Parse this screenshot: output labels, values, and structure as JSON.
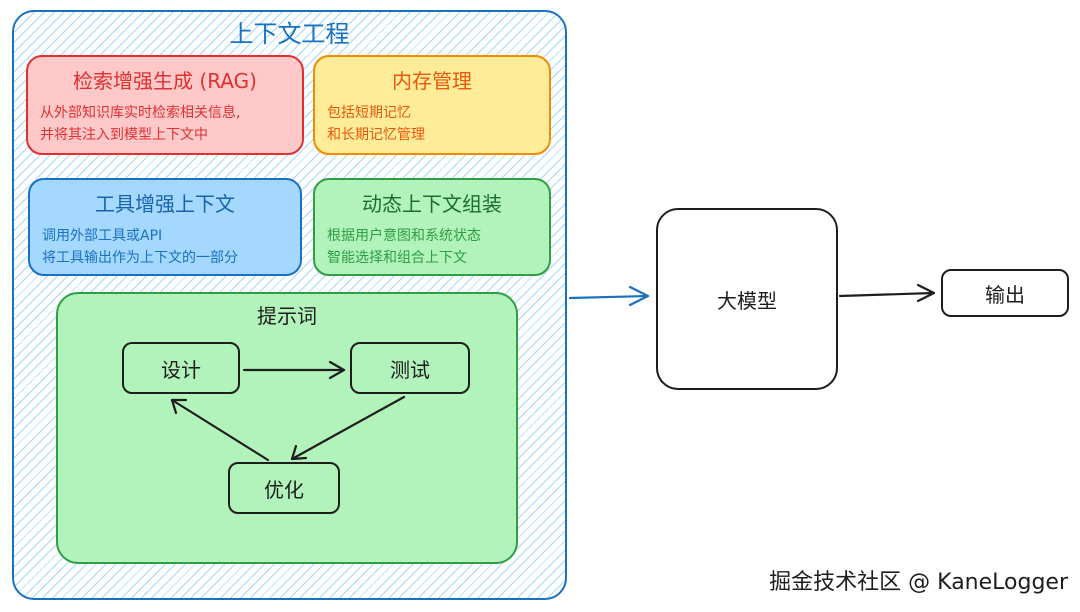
{
  "container": {
    "title": "上下文工程"
  },
  "cards": {
    "rag": {
      "title": "检索增强生成 (RAG)",
      "lines": [
        "从外部知识库实时检索相关信息,",
        "并将其注入到模型上下文中"
      ]
    },
    "memory": {
      "title": "内存管理",
      "lines": [
        "包括短期记忆",
        "和长期记忆管理"
      ]
    },
    "tools": {
      "title": "工具增强上下文",
      "lines": [
        "调用外部工具或API",
        "将工具输出作为上下文的一部分"
      ]
    },
    "dynamic": {
      "title": "动态上下文组装",
      "lines": [
        "根据用户意图和系统状态",
        "智能选择和组合上下文"
      ]
    }
  },
  "prompt": {
    "title": "提示词",
    "nodes": {
      "design": "设计",
      "test": "测试",
      "optimize": "优化"
    }
  },
  "llm": {
    "label": "大模型"
  },
  "output": {
    "label": "输出"
  },
  "watermark": "掘金技术社区 @ KaneLogger",
  "colors": {
    "context_blue": "#1971c2",
    "rag_red": "#e03131",
    "memory_orange": "#f08c00",
    "dynamic_green": "#2f9e44"
  }
}
